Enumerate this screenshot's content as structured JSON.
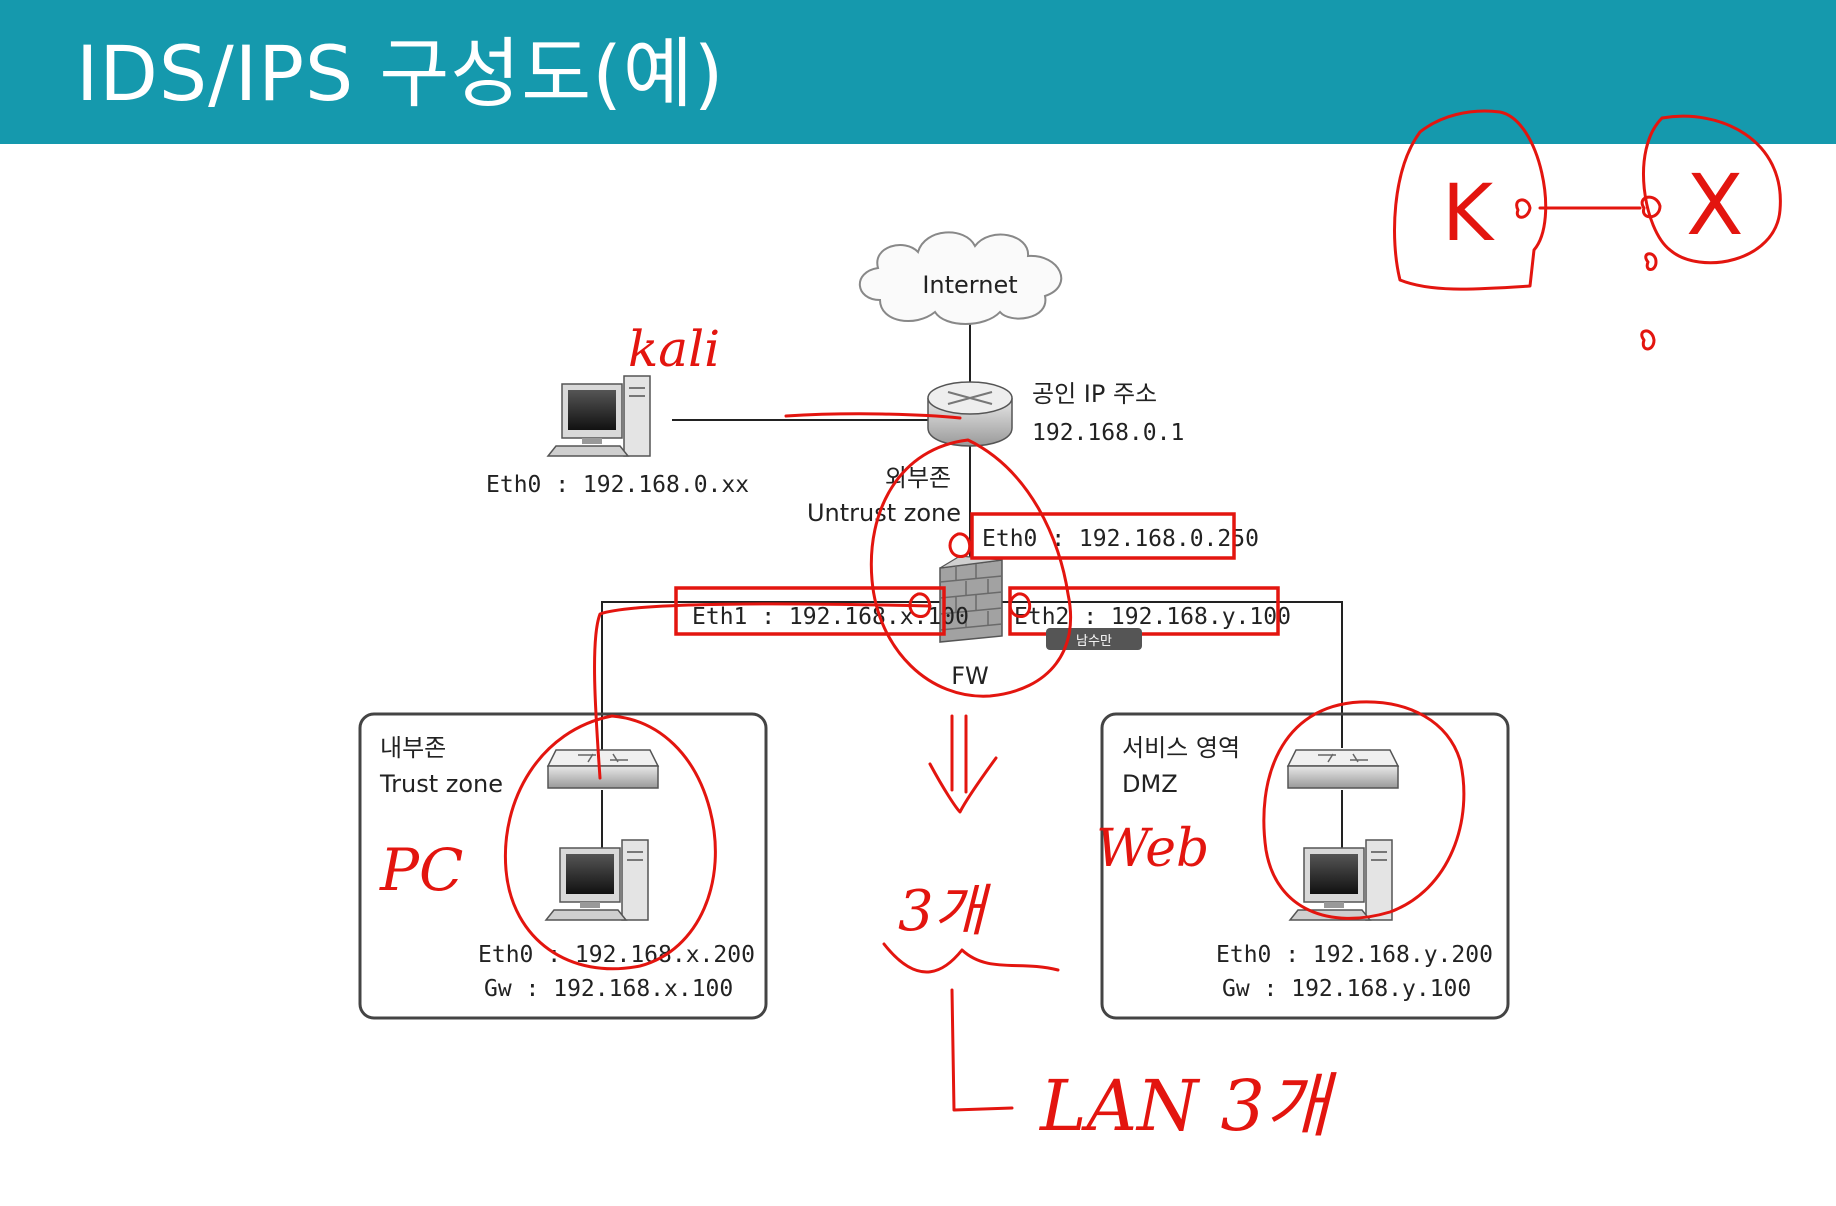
{
  "slide": {
    "title": "IDS/IPS 구성도(예)"
  },
  "nodes": {
    "internet": {
      "label": "Internet"
    },
    "router": {
      "label_line1": "공인 IP 주소",
      "label_line2": "192.168.0.1"
    },
    "kali_pc": {
      "eth": "Eth0 : 192.168.0.xx"
    },
    "untrust": {
      "label_ko": "외부존",
      "label_en": "Untrust zone"
    },
    "firewall": {
      "label": "FW",
      "eth0": "Eth0 : 192.168.0.250",
      "eth1": "Eth1 : 192.168.x.100",
      "eth2": "Eth2 : 192.168.y.100",
      "tag": "남수만"
    },
    "trust_zone": {
      "label_ko": "내부존",
      "label_en": "Trust zone",
      "eth": "Eth0 : 192.168.x.200",
      "gw": "Gw : 192.168.x.100"
    },
    "dmz_zone": {
      "label_ko": "서비스 영역",
      "label_en": "DMZ",
      "eth": "Eth0 : 192.168.y.200",
      "gw": "Gw : 192.168.y.100"
    }
  },
  "handwriting": {
    "kali": "kali",
    "pc": "PC",
    "web": "Web",
    "three": "3개",
    "lan": "LAN 3개",
    "k": "K",
    "x": "X"
  },
  "colors": {
    "header": "#1599ad",
    "ink": "#e3150f"
  }
}
